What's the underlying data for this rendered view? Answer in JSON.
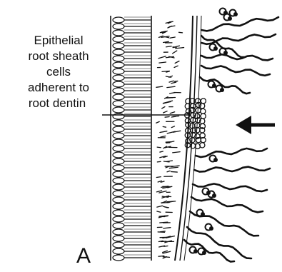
{
  "figure": {
    "annotation_lines": [
      "Epithelial",
      "root sheath",
      "cells",
      "adherent to",
      "root dentin"
    ],
    "panel_letter": "A"
  },
  "colors": {
    "ink": "#111111",
    "background": "#ffffff"
  }
}
